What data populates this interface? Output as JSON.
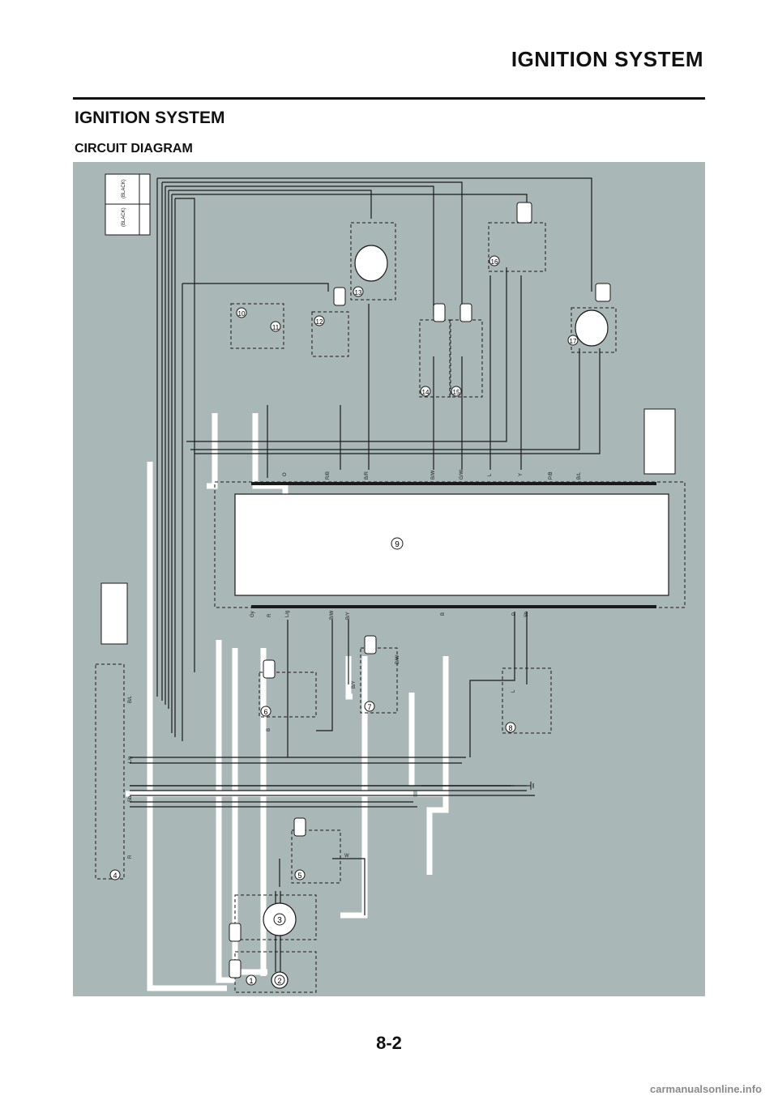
{
  "header": {
    "running_title": "IGNITION SYSTEM"
  },
  "section": {
    "title": "IGNITION SYSTEM",
    "subtitle": "CIRCUIT DIAGRAM"
  },
  "diagram": {
    "background_color": "#a9b7b6",
    "component_numbers": [
      "1",
      "2",
      "3",
      "4",
      "5",
      "6",
      "7",
      "8",
      "9",
      "10",
      "11",
      "12",
      "13",
      "14",
      "15",
      "16",
      "17"
    ],
    "connector_labels": [
      "(BLACK)",
      "(BLACK)"
    ],
    "top_wire_codes": [
      "O",
      "R/B",
      "B/R",
      "B/W",
      "G/W",
      "L",
      "Y",
      "P/B",
      "B/L"
    ],
    "bottom_wire_codes": [
      "Gy",
      "R",
      "L/g",
      "B/W",
      "B/Y",
      "B",
      "P",
      "Sb"
    ],
    "misc_wire_codes": [
      "B/L",
      "Sb",
      "L/g",
      "R",
      "W",
      "B",
      "L",
      "B/Y",
      "B/W"
    ]
  },
  "footer": {
    "page_number": "8-2",
    "watermark": "carmanualsonline.info"
  }
}
